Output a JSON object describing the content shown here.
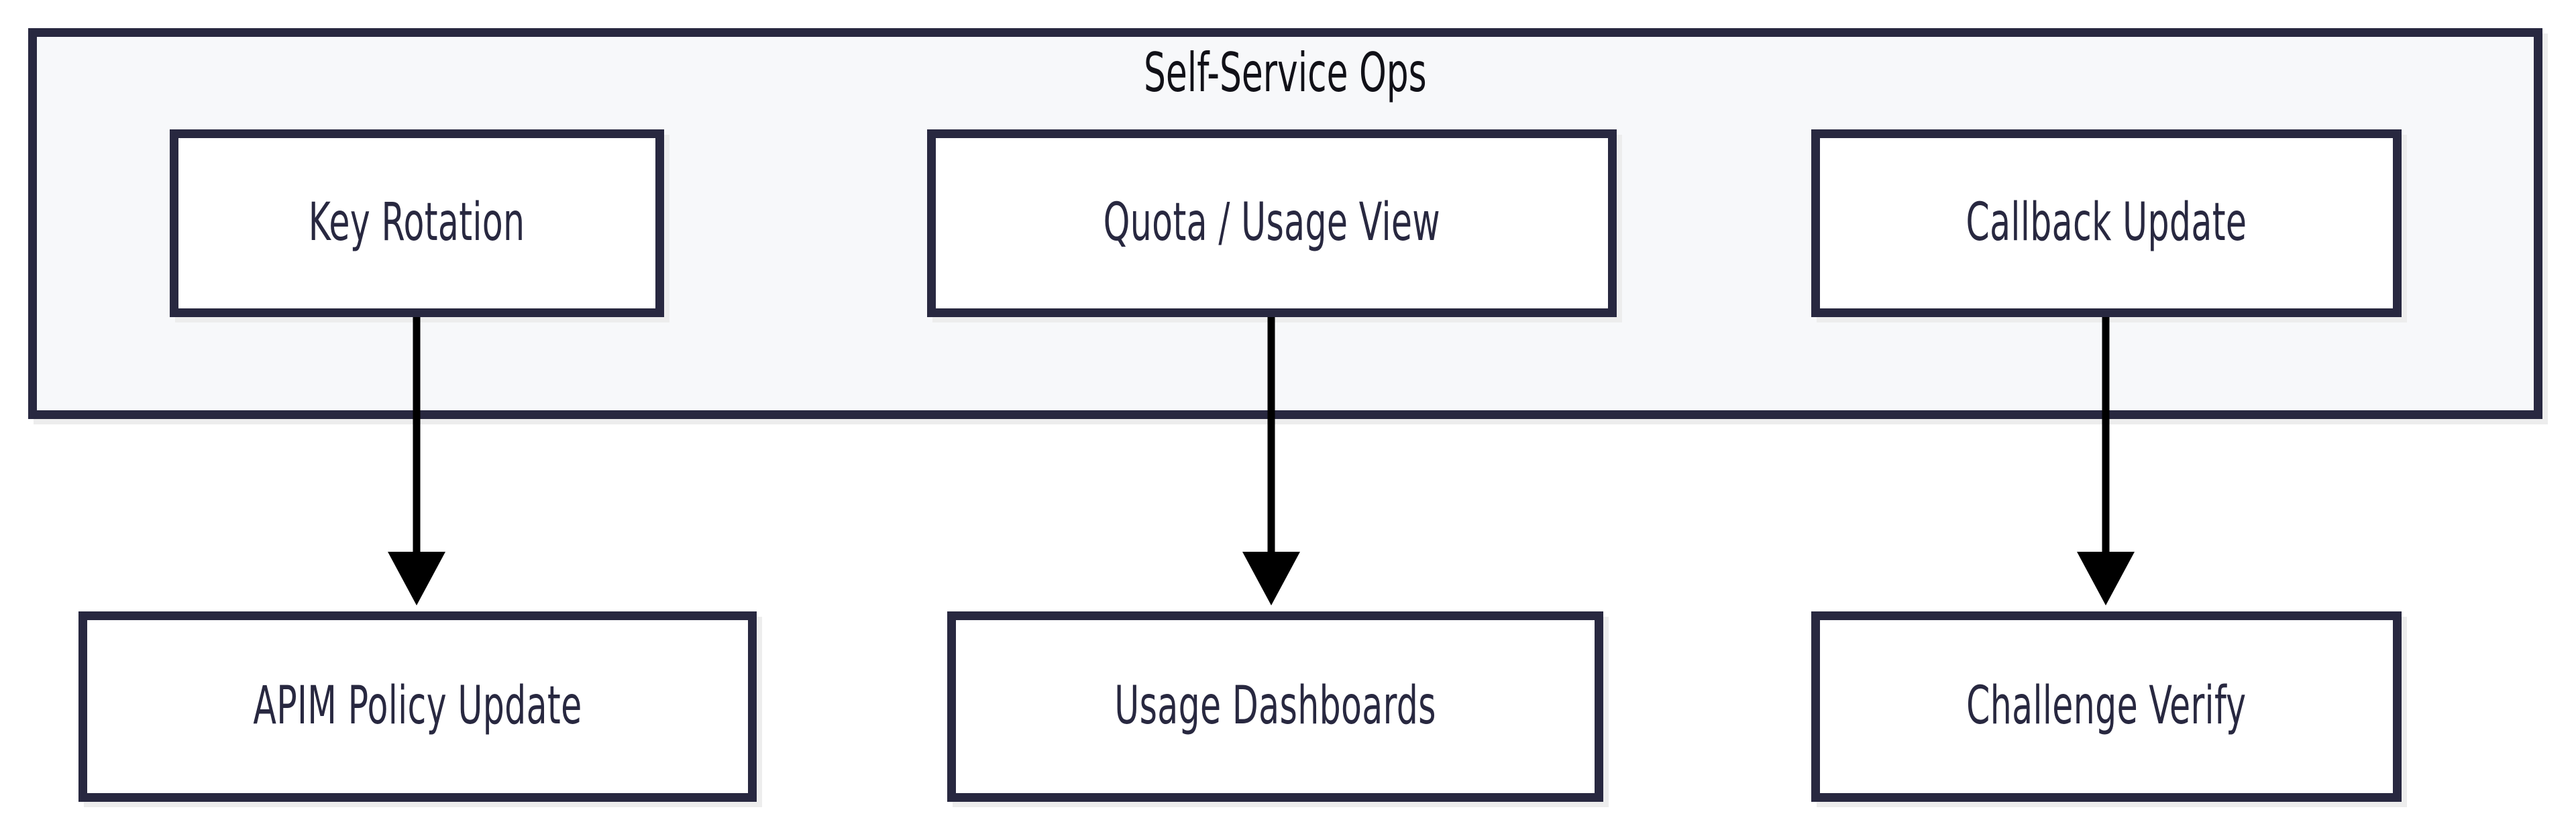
{
  "diagram": {
    "type": "flowchart",
    "direction": "top-to-bottom",
    "background_color": "#ffffff",
    "node_fill": "#ffffff",
    "node_border_color": "#282840",
    "node_text_color": "#282840",
    "cluster_fill": "#f7f8fa",
    "cluster_border_color": "#282840",
    "cluster_title_color": "#111118",
    "edge_color": "#000000",
    "shadow_color": "#ededed"
  },
  "cluster": {
    "title": "Self-Service Ops"
  },
  "nodes": {
    "row1": [
      {
        "id": "key-rotation",
        "label": "Key Rotation"
      },
      {
        "id": "quota-usage-view",
        "label": "Quota / Usage View"
      },
      {
        "id": "callback-update",
        "label": "Callback Update"
      }
    ],
    "row2": [
      {
        "id": "apim-policy-update",
        "label": "APIM Policy Update"
      },
      {
        "id": "usage-dashboards",
        "label": "Usage Dashboards"
      },
      {
        "id": "challenge-verify",
        "label": "Challenge Verify"
      }
    ]
  },
  "edges": [
    {
      "from": "key-rotation",
      "to": "apim-policy-update",
      "style": "solid-arrow"
    },
    {
      "from": "quota-usage-view",
      "to": "usage-dashboards",
      "style": "solid-arrow"
    },
    {
      "from": "callback-update",
      "to": "challenge-verify",
      "style": "solid-arrow"
    }
  ]
}
